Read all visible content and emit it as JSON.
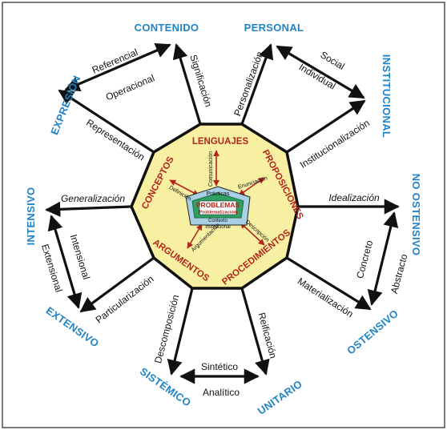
{
  "poles": {
    "contenido": "CONTENIDO",
    "personal": "PERSONAL",
    "institucional": "INSTITUCIONAL",
    "no_ostensivo": "NO OSTENSIVO",
    "ostensivo": "OSTENSIVO",
    "unitario": "UNITARIO",
    "sistemico": "SISTÉMICO",
    "extensivo": "EXTENSIVO",
    "intensivo": "INTENSIVO",
    "expresion": "EXPRESIÓN"
  },
  "processes": {
    "significacion": "Significación",
    "personalizacion": "Personalización",
    "institucionalizacion": "Institucionalización",
    "idealizacion": "Idealización",
    "materializacion": "Materialización",
    "reificacion": "Reificación",
    "descomposicion": "Descomposición",
    "particularizacion": "Particularización",
    "generalizacion": "Generalización",
    "representacion": "Representación"
  },
  "dual_labels": {
    "referencial": "Referencial",
    "operacional": "Operacional",
    "social": "Social",
    "individual": "Individual",
    "concreto": "Concreto",
    "abstracto": "Abstracto",
    "sintetico": "Sintético",
    "analitico": "Analítico",
    "intensional": "Intensional",
    "extensional": "Extensional"
  },
  "objects": {
    "lenguajes": "LENGUAJES",
    "conceptos": "CONCEPTOS",
    "proposiciones": "PROPOSICIONES",
    "procedimientos": "PROCEDIMIENTOS",
    "argumentos": "ARGUMENTOS"
  },
  "relations": {
    "comunicacion": "Comunicación",
    "definicion": "Definición",
    "enunciacion": "Enunciación",
    "descripcion": "Descripción",
    "argumentacion": "Argumentación"
  },
  "center": {
    "practicas": "Prácticas",
    "problemas": "PROBLEMAS",
    "problematizacion": "(Problematización)",
    "contexto": "Contexto",
    "institucional": "institucional"
  },
  "colors": {
    "pole_blue": "#1f83c6",
    "object_red": "#b3261e",
    "decagon_fill": "#f7f0a3",
    "center_blue": "#a9cfe6",
    "center_green": "#2f9f63"
  }
}
